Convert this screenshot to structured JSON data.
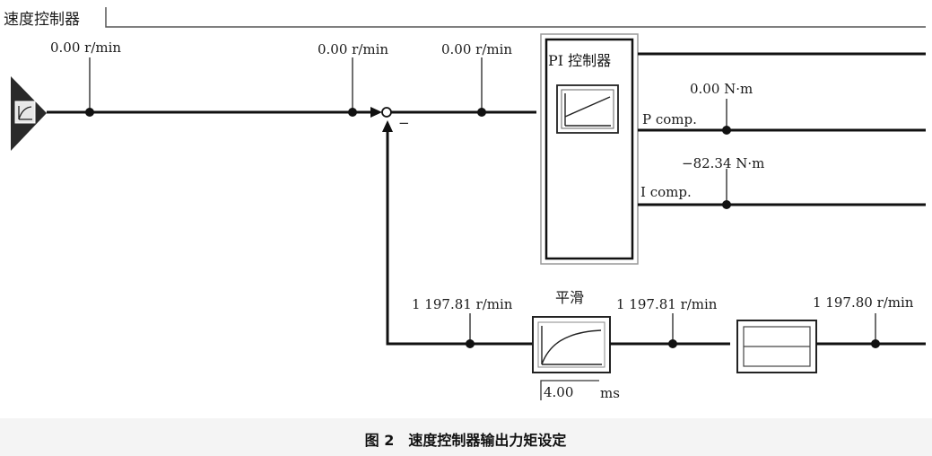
{
  "panel": {
    "title": "速度控制器"
  },
  "signals": {
    "setpoint_1": "0.00 r/min",
    "setpoint_2": "0.00 r/min",
    "deviation": "0.00 r/min",
    "p_comp_value": "0.00 N·m",
    "i_comp_value": "−82.34 N·m",
    "actual_1": "1 197.81 r/min",
    "actual_2": "1 197.81 r/min",
    "actual_3": "1 197.80 r/min"
  },
  "blocks": {
    "pi_controller_label": "PI 控制器",
    "p_comp_label": "P comp.",
    "i_comp_label": "I comp.",
    "smoothing_label": "平滑",
    "smoothing_time_value": "4.00",
    "smoothing_time_unit": "ms"
  },
  "summing_sign": "−",
  "caption": "图 2　速度控制器输出力矩设定"
}
